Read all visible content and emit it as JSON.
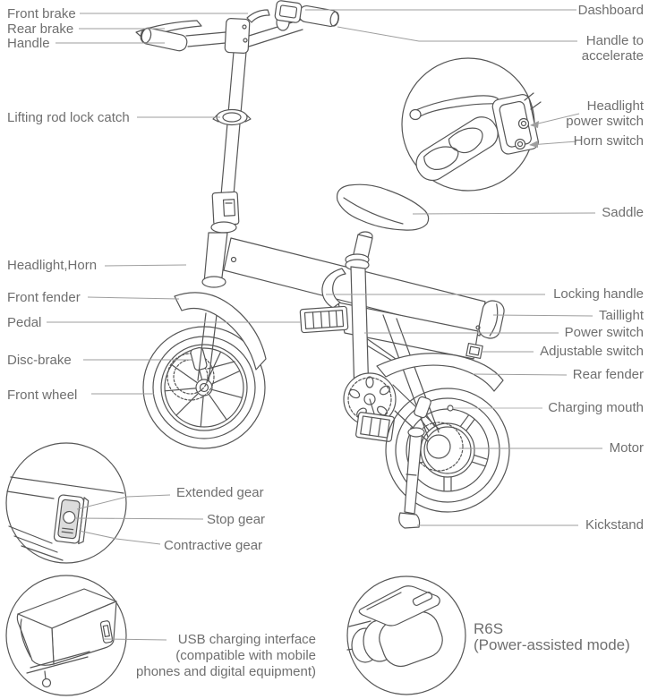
{
  "palette": {
    "background": "#ffffff",
    "label_text": "#6f6f6f",
    "leader_line": "#9e9e9e",
    "leader_line_light": "#b5b5b5",
    "drawing_line": "#565656"
  },
  "parts": {
    "front_brake": "Front brake",
    "rear_brake": "Rear brake",
    "handle": "Handle",
    "lifting_rod_lock_catch": "Lifting rod lock catch",
    "headlight_horn": "Headlight,Horn",
    "front_fender": "Front fender",
    "pedal": "Pedal",
    "disc_brake": "Disc-brake",
    "front_wheel": "Front wheel",
    "dashboard": "Dashboard",
    "handle_to_accelerate_line1": "Handle to",
    "handle_to_accelerate_line2": "accelerate",
    "headlight_power_switch_line1": "Headlight",
    "headlight_power_switch_line2": "power switch",
    "horn_switch": "Horn switch",
    "saddle": "Saddle",
    "locking_handle": "Locking handle",
    "taillight": "Taillight",
    "power_switch": "Power switch",
    "adjustable_switch": "Adjustable switch",
    "rear_fender": "Rear fender",
    "charging_mouth": "Charging mouth",
    "motor": "Motor",
    "kickstand": "Kickstand",
    "extended_gear": "Extended gear",
    "stop_gear": "Stop gear",
    "contractive_gear": "Contractive gear",
    "usb_charging_line1": "USB charging interface",
    "usb_charging_line2": "(compatible with mobile",
    "usb_charging_line3": "phones and digital equipment)",
    "r6s_model": "R6S",
    "r6s_mode": "(Power-assisted mode)"
  }
}
